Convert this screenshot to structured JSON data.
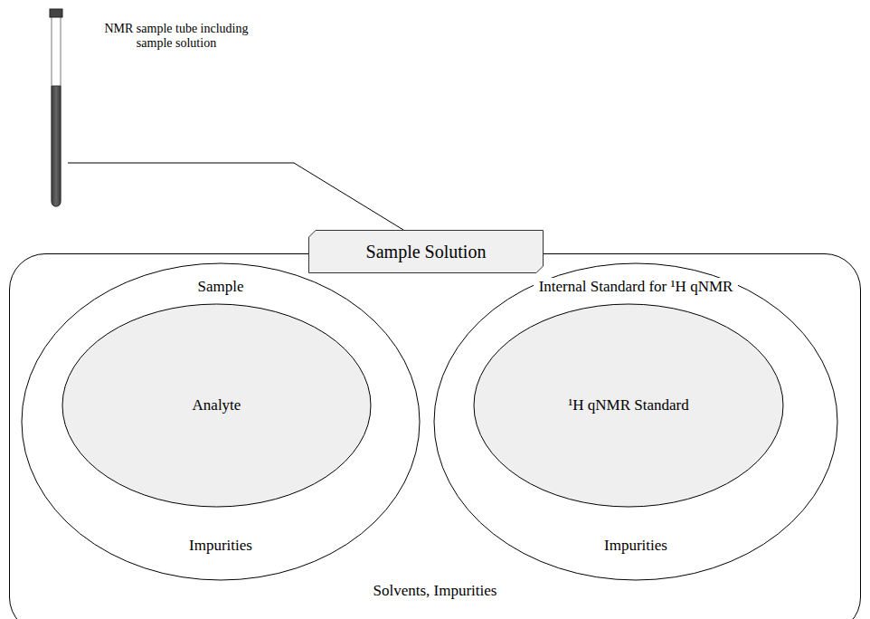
{
  "diagram": {
    "nodes": [
      {
        "text": [
          "NMR sample tube including sample solution"
        ]
      },
      {
        "text": [
          "Sample Solution",
          "Solvents, Impurities"
        ]
      },
      {
        "text": [
          "Sample",
          "Impurities"
        ],
        "in": 1
      },
      {
        "text": [
          "Analyte"
        ],
        "in": 2
      },
      {
        "text": [
          "Internal Standard for ¹H qNMR",
          "Impurities"
        ],
        "in": 1
      },
      {
        "text": [
          "¹H qNMR Standard"
        ],
        "in": 4
      }
    ],
    "edges": [
      {
        "from": 0,
        "to": 1,
        "arrow": "none"
      }
    ]
  }
}
